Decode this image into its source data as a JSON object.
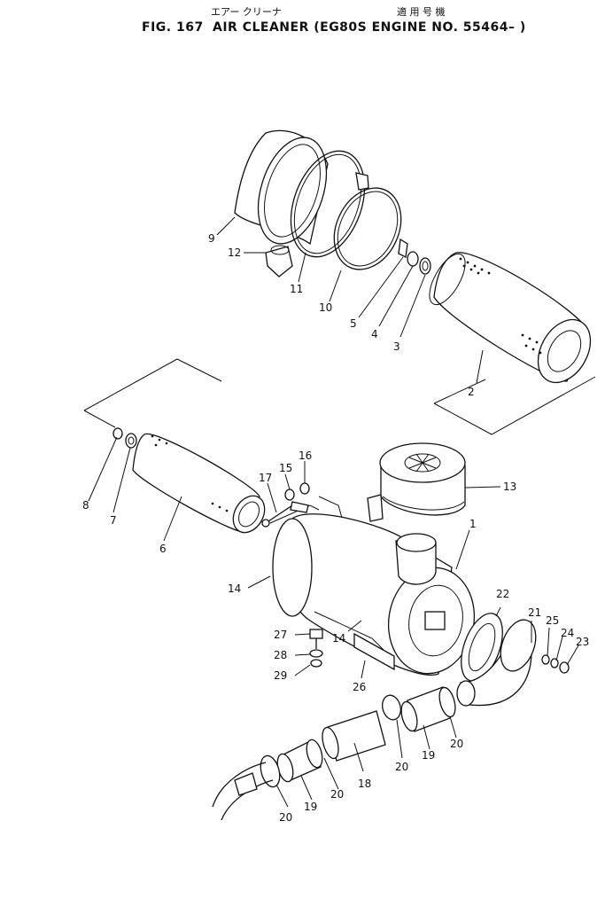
{
  "header": {
    "jp_name": "エアー クリーナ",
    "jp_applicable": "適 用 号 機",
    "fig_label": "FIG. 167",
    "title": "AIR CLEANER (EG80S ENGINE NO. 55464– )"
  },
  "callouts": [
    "1",
    "2",
    "3",
    "4",
    "5",
    "6",
    "7",
    "8",
    "9",
    "10",
    "11",
    "12",
    "13",
    "14",
    "14",
    "15",
    "16",
    "17",
    "18",
    "19",
    "19",
    "20",
    "20",
    "20",
    "20",
    "21",
    "22",
    "23",
    "24",
    "25",
    "26",
    "27",
    "28",
    "29"
  ]
}
